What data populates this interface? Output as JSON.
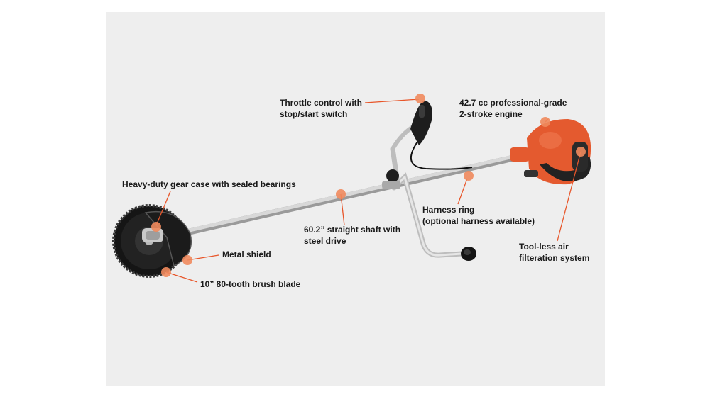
{
  "colors": {
    "panel": "#eeeeee",
    "accent": "#e8562a",
    "engine": "#e45a2f",
    "shaft": "#c9c9c9",
    "label": "#1a1a1a"
  },
  "callouts": {
    "throttle": [
      "Throttle control with",
      "stop/start switch"
    ],
    "engine": [
      "42.7 cc professional-grade",
      "2-stroke engine"
    ],
    "gear_case": [
      "Heavy-duty gear case with sealed bearings"
    ],
    "harness": [
      "Harness ring",
      "(optional harness available)"
    ],
    "shaft": [
      "60.2” straight shaft with",
      "steel drive"
    ],
    "air_filter": [
      "Tool-less air",
      "filteration system"
    ],
    "metal_shield": [
      "Metal shield"
    ],
    "blade": [
      "10” 80-tooth brush blade"
    ]
  }
}
